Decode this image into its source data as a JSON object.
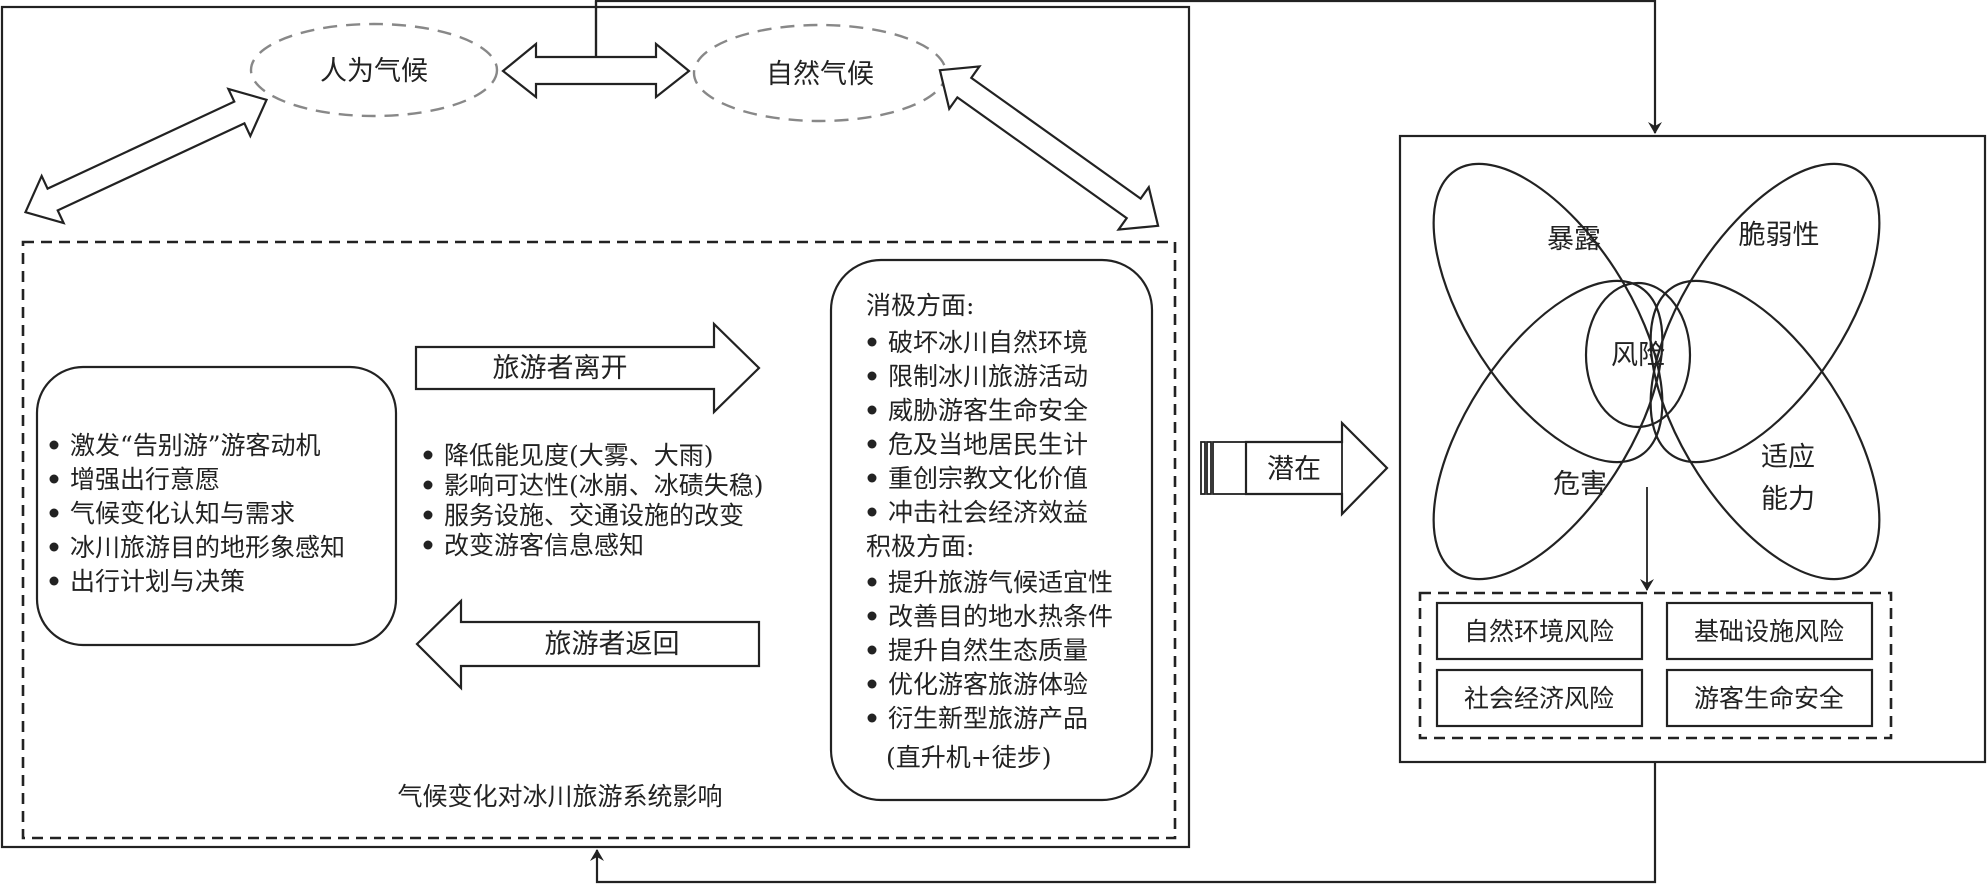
{
  "title": "气候变化对冰川旅游系统影响",
  "climate": {
    "anthropogenic": "人为气候",
    "natural": "自然气候"
  },
  "flows": {
    "leave": "旅游者离开",
    "return": "旅游者返回",
    "potential": "潜在"
  },
  "motivation_items": [
    "激发“告别游”游客动机",
    "增强出行意愿",
    "气候变化认知与需求",
    "冰川旅游目的地形象感知",
    "出行计划与决策"
  ],
  "access_items": [
    "降低能见度(大雾、大雨)",
    "影响可达性(冰崩、冰碛失稳)",
    "服务设施、交通设施的改变",
    "改变游客信息感知"
  ],
  "impacts": {
    "negative_header": "消极方面:",
    "negative_items": [
      "破坏冰川自然环境",
      "限制冰川旅游活动",
      "威胁游客生命安全",
      "危及当地居民生计",
      "重创宗教文化价值",
      "冲击社会经济效益"
    ],
    "positive_header": "积极方面:",
    "positive_items": [
      "提升旅游气候适宜性",
      "改善目的地水热条件",
      "提升自然生态质量",
      "优化游客旅游体验",
      "衍生新型旅游产品"
    ],
    "positive_note": "(直升机+徒步)"
  },
  "risk_model": {
    "exposure": "暴露",
    "vulnerability": "脆弱性",
    "hazard": "危害",
    "adaptive_line1": "适应",
    "adaptive_line2": "能力",
    "center": "风险"
  },
  "risk_types": [
    "自然环境风险",
    "基础设施风险",
    "社会经济风险",
    "游客生命安全"
  ]
}
